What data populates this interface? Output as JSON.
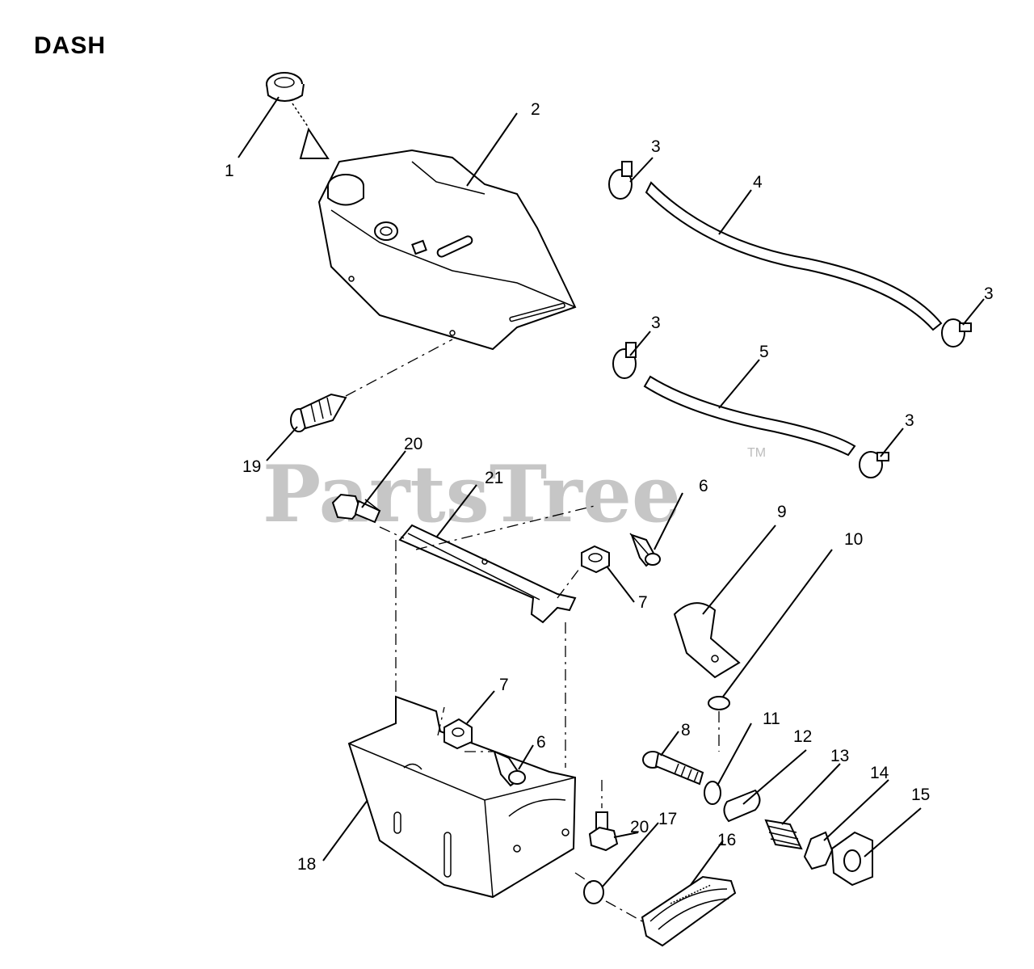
{
  "title": "DASH",
  "watermark": {
    "text": "PartsTree",
    "trademark": "TM"
  },
  "callouts": [
    "1",
    "2",
    "3",
    "4",
    "3",
    "3",
    "5",
    "3",
    "19",
    "20",
    "21",
    "6",
    "9",
    "10",
    "7",
    "7",
    "6",
    "8",
    "11",
    "12",
    "13",
    "14",
    "15",
    "20",
    "17",
    "16",
    "18"
  ],
  "colors": {
    "line": "#000000",
    "watermark": "#bdbdbd",
    "background": "#ffffff"
  }
}
